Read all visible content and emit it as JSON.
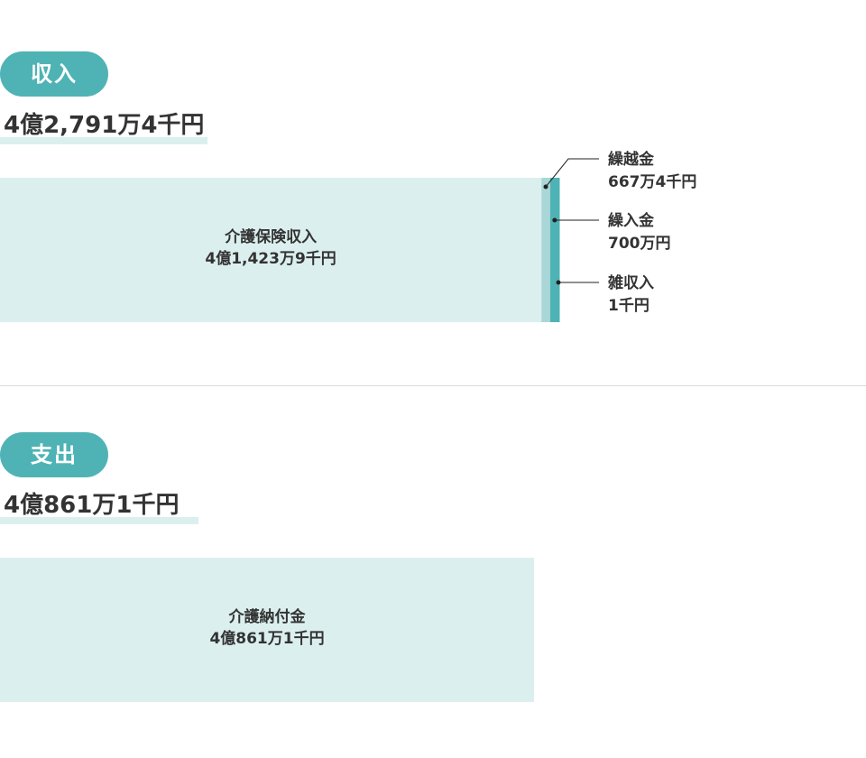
{
  "colors": {
    "accent": "#4fb3b5",
    "bar_light": "#dcefef",
    "bar_mid": "#a9d6d6",
    "underline": "#dcefef",
    "text": "#333333"
  },
  "chart_data": [
    {
      "type": "bar",
      "orientation": "horizontal-stacked",
      "section_label": "収入",
      "total_label": "4億2,791万4千円",
      "total_value": 427914,
      "unit": "千円",
      "segments": [
        {
          "name": "介護保険収入",
          "value": 414239,
          "value_label": "4億1,423万9千円"
        },
        {
          "name": "繰越金",
          "value": 6674,
          "value_label": "667万4千円"
        },
        {
          "name": "繰入金",
          "value": 7000,
          "value_label": "700万円"
        },
        {
          "name": "雑収入",
          "value": 1,
          "value_label": "1千円"
        }
      ]
    },
    {
      "type": "bar",
      "orientation": "horizontal-stacked",
      "section_label": "支出",
      "total_label": "4億861万1千円",
      "total_value": 408611,
      "unit": "千円",
      "segments": [
        {
          "name": "介護納付金",
          "value": 408611,
          "value_label": "4億861万1千円"
        }
      ]
    }
  ]
}
